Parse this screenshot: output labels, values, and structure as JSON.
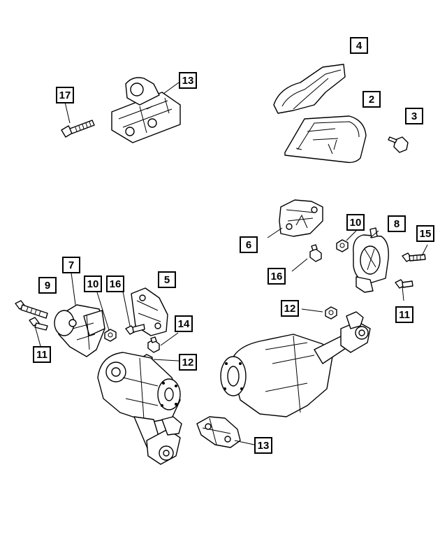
{
  "callouts": [
    {
      "id": "c-17a",
      "label": "17"
    },
    {
      "id": "c-13a",
      "label": "13"
    },
    {
      "id": "c-4",
      "label": "4"
    },
    {
      "id": "c-2",
      "label": "2"
    },
    {
      "id": "c-3",
      "label": "3"
    },
    {
      "id": "c-6",
      "label": "6"
    },
    {
      "id": "c-10a",
      "label": "10"
    },
    {
      "id": "c-8",
      "label": "8"
    },
    {
      "id": "c-15",
      "label": "15"
    },
    {
      "id": "c-16a",
      "label": "16"
    },
    {
      "id": "c-7",
      "label": "7"
    },
    {
      "id": "c-9",
      "label": "9"
    },
    {
      "id": "c-10b",
      "label": "10"
    },
    {
      "id": "c-16b",
      "label": "16"
    },
    {
      "id": "c-5",
      "label": "5"
    },
    {
      "id": "c-12a",
      "label": "12"
    },
    {
      "id": "c-11a",
      "label": "11"
    },
    {
      "id": "c-14",
      "label": "14"
    },
    {
      "id": "c-11b",
      "label": "11"
    },
    {
      "id": "c-12b",
      "label": "12"
    },
    {
      "id": "c-13b",
      "label": "13"
    }
  ]
}
